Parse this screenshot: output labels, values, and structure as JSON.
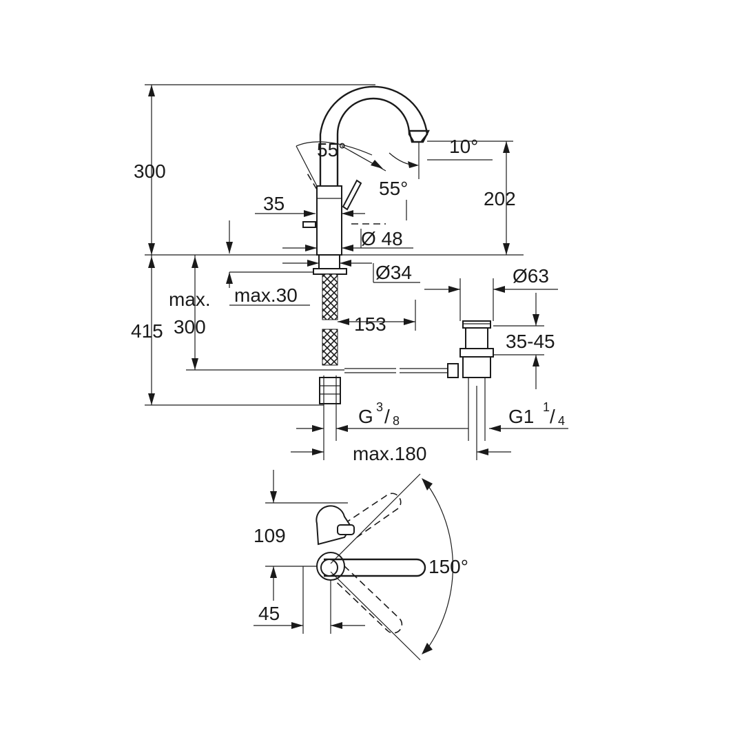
{
  "colors": {
    "line": "#1a1a1a",
    "background": "#ffffff"
  },
  "side_view": {
    "height_total": "300",
    "spout_angle_left": "55°",
    "spout_angle_right": "55°",
    "spout_tilt": "10°",
    "spout_outlet_height": "202",
    "handle_offset": "35",
    "body_diameter": "Ø 48",
    "base_diameter": "Ø34",
    "deck_thickness_label": "max.30",
    "hose_length_label_line1": "max.",
    "hose_length_label_line2": "300",
    "total_below_deck": "415",
    "tail_distance": "153",
    "waste_diameter": "Ø63",
    "waste_range": "35-45",
    "connection_thread_prefix": "G",
    "connection_thread_num": "3",
    "connection_thread_den": "8",
    "waste_thread_prefix": "G1",
    "waste_thread_num": "1",
    "waste_thread_den": "4",
    "max_spacing": "max.180"
  },
  "top_view": {
    "depth_lever": "109",
    "offset": "45",
    "rotation_angle": "150°"
  }
}
